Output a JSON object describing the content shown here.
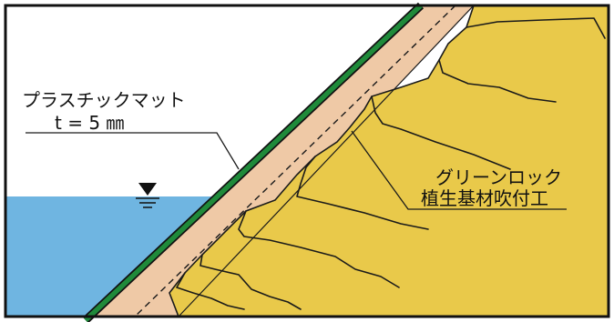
{
  "labels": {
    "mat_name": "プラスチックマット",
    "mat_thickness": "t = 5 ㎜",
    "green_rock_line1": "グリーンロック",
    "green_rock_line2": "植生基材吹付工"
  },
  "icons": {
    "water_level": "water-level-icon"
  },
  "colors": {
    "frame": "#111111",
    "sky": "#ffffff",
    "water": "#6fb5e1",
    "mat": "#1f8a3a",
    "soil_layer": "#efc9a6",
    "rock_fill": "#e9c94a",
    "rock_outline": "#1a1a1a"
  }
}
